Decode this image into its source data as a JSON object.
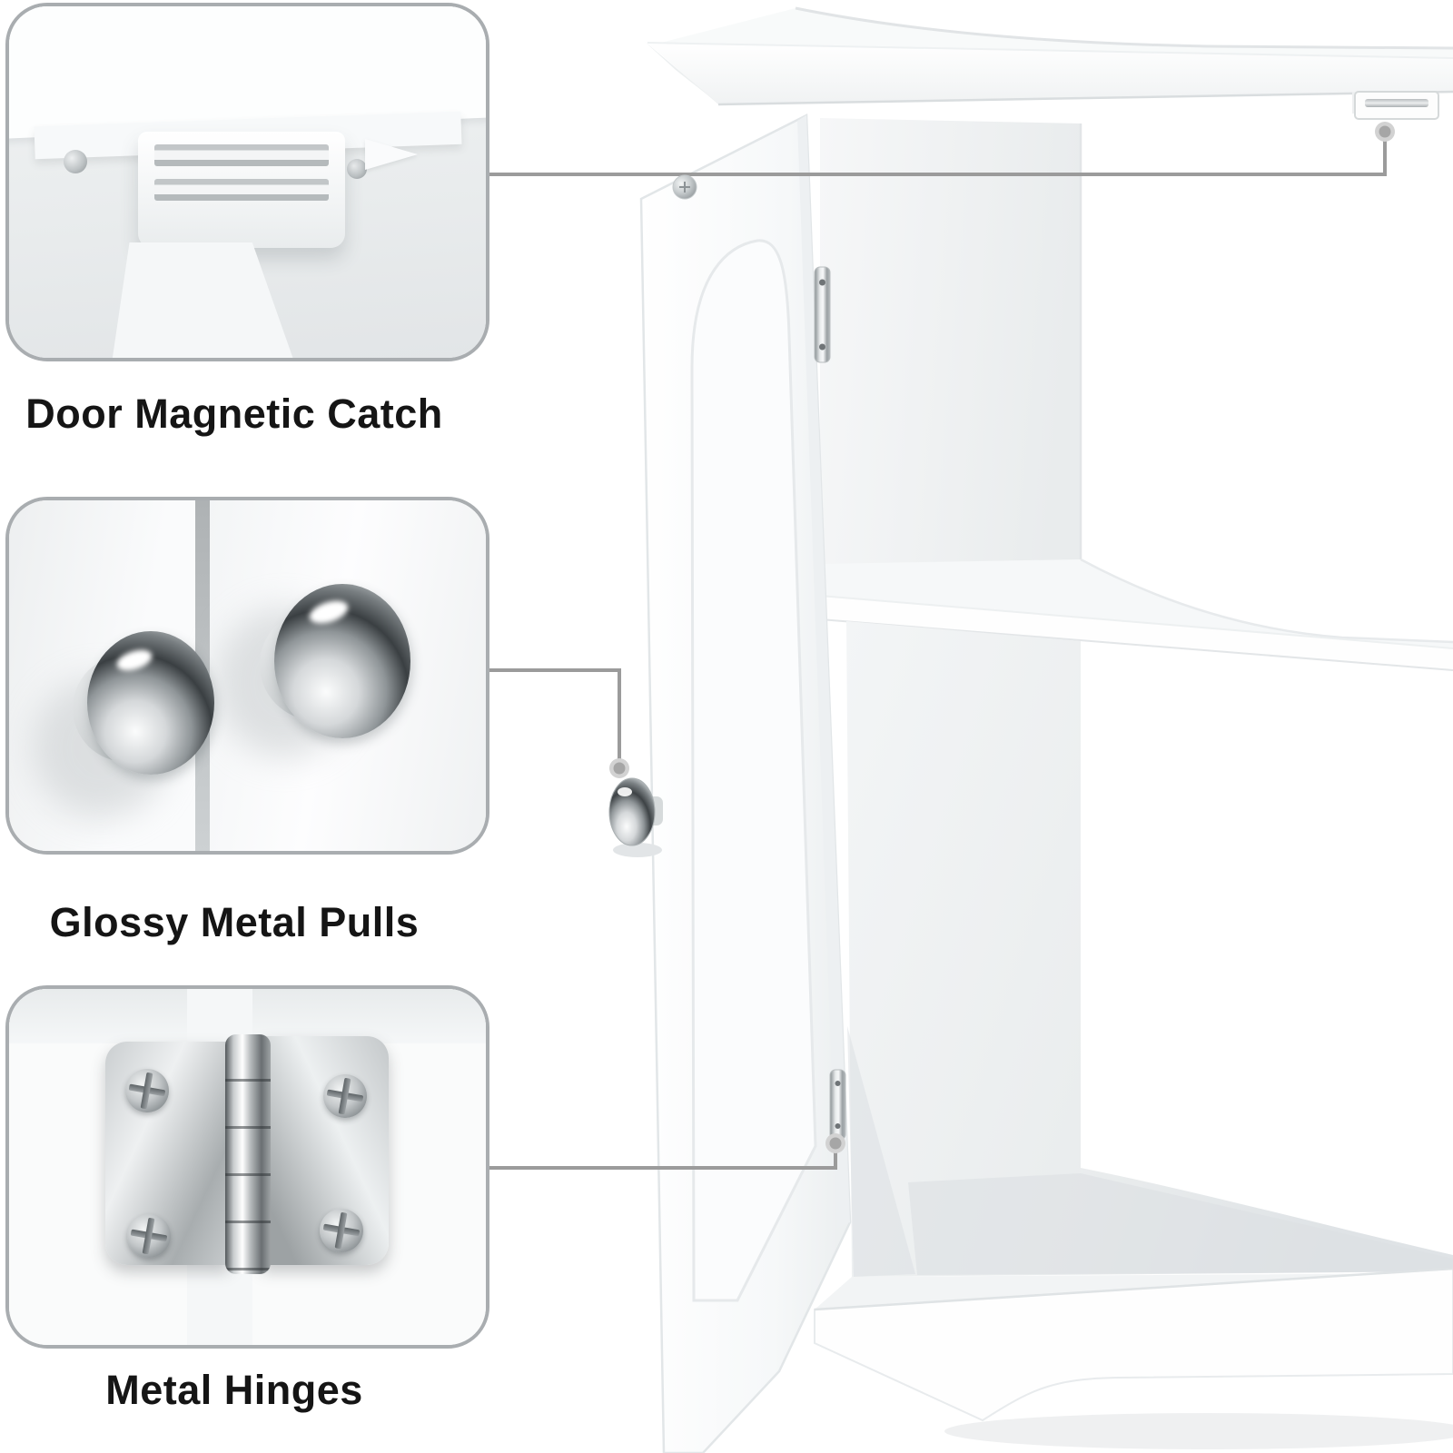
{
  "page": {
    "background": "#ffffff"
  },
  "style": {
    "leader_line_color": "#9b9b9b",
    "leader_dot_outer": "#d2d2d2",
    "leader_dot_inner": "#a6a6a6",
    "inset_border_color": "#a9adb0",
    "caption_color": "#151515"
  },
  "callouts": [
    {
      "id": "door-magnetic-catch",
      "label": "Door Magnetic Catch"
    },
    {
      "id": "glossy-metal-pulls",
      "label": "Glossy Metal Pulls"
    },
    {
      "id": "metal-hinges",
      "label": "Metal Hinges"
    }
  ]
}
